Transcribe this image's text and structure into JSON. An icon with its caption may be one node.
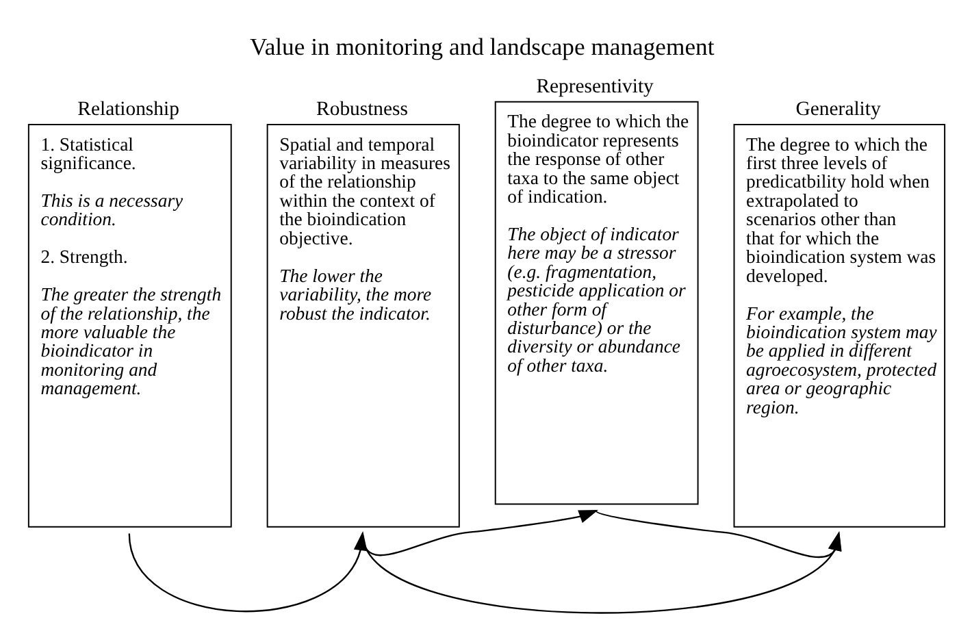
{
  "diagram": {
    "title": "Value in monitoring and landscape management",
    "nodes": [
      {
        "text": [
          "Relationship",
          "1. Statistical significance.",
          "This is a necessary condition.",
          "2. Strength.",
          "The greater the strength of the relationship, the more valuable the bioindicator in monitoring and management."
        ]
      },
      {
        "text": [
          "Robustness",
          "Spatial and temporal variability in measures of the relationship within the context of the bioindication objective.",
          "The lower the variability, the more robust the indicator."
        ]
      },
      {
        "text": [
          "Representivity",
          "The degree to which the bioindicator represents the response of other taxa to the same object of indication.",
          "The object of indicator here may be a stressor (e.g. fragmentation, pesticide application or other form of disturbance) or the diversity or abundance of other taxa."
        ]
      },
      {
        "text": [
          "Generality",
          "The degree to which the first three levels of predicatbility hold when extrapolated to scenarios other than that for which the bioindication system was developed.",
          "For example, the bioindication system may be applied in different agroecosystem, protected area or geographic region."
        ]
      }
    ],
    "edges": [
      {
        "from": 0,
        "to": 1,
        "arrow": "to"
      },
      {
        "from": 1,
        "to": 2,
        "arrow": "to"
      },
      {
        "from": 1,
        "to": 3,
        "arrow": "to"
      },
      {
        "from": 2,
        "to": 3,
        "arrow": "to"
      }
    ]
  }
}
